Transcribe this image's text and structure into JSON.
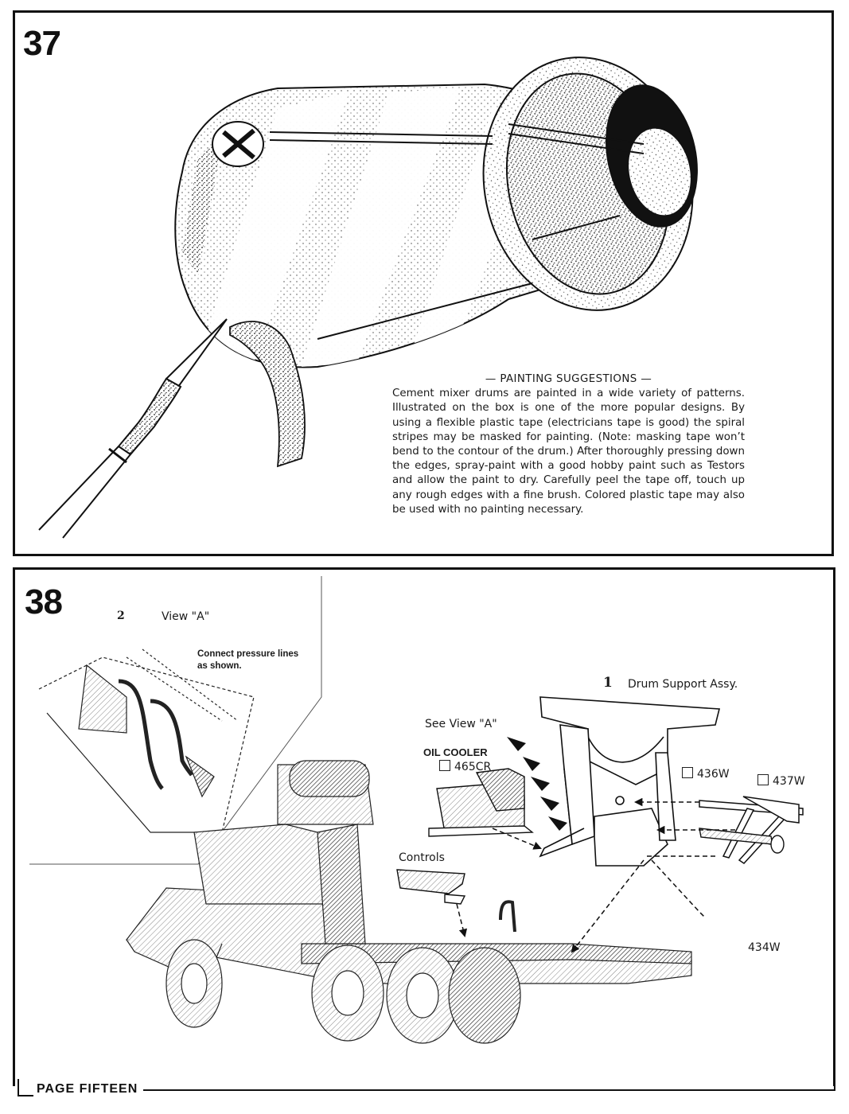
{
  "page": {
    "footer": "PAGE FIFTEEN"
  },
  "step37": {
    "number": "37",
    "title": "— PAINTING SUGGESTIONS —",
    "text": "Cement mixer drums are painted in a wide variety of patterns. Illustrated on the box is one of the more popular designs. By using a flexible plastic tape (electricians tape is good) the spiral stripes may be masked for painting. (Note: masking tape won’t bend to the contour of the drum.) After thoroughly pressing down the edges, spray-paint with a good hobby paint such as Testors and allow the paint to dry. Carefully peel the tape off, touch up any rough edges with a fine brush. Colored plastic tape may also be used with no painting necessary."
  },
  "step38": {
    "number": "38",
    "inset_num": "2",
    "inset_title": "View \"A\"",
    "inset_note_line1": "Connect pressure lines",
    "inset_note_line2": "as shown.",
    "drum_support_num": "1",
    "drum_support": "Drum Support Assy.",
    "see_view": "See View \"A\"",
    "oil_cooler": "OIL COOLER",
    "oil_cooler_part": "465CR",
    "part_436": "436W",
    "part_437": "437W",
    "controls": "Controls",
    "part_434": "434W"
  }
}
